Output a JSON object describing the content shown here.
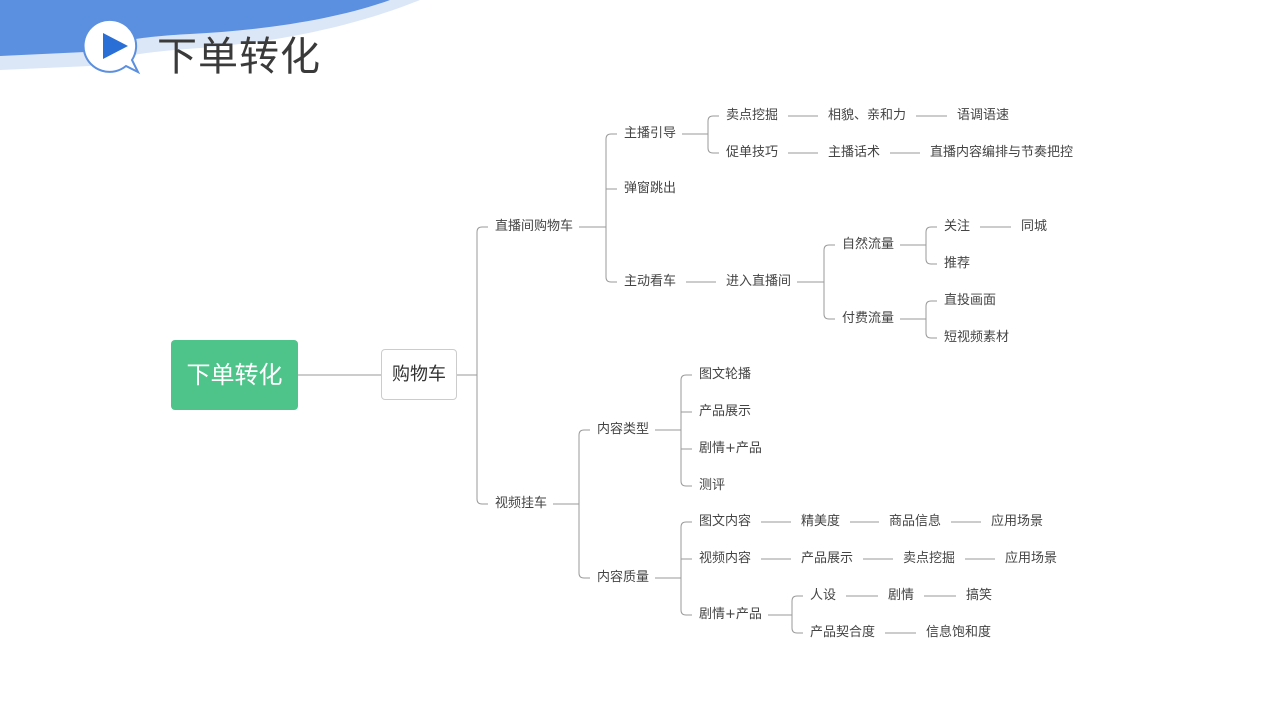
{
  "header": {
    "title": "下单转化",
    "icon": "play-speech-bubble-icon",
    "accent": "#5b8fdf"
  },
  "mindmap": {
    "nodes": [
      {
        "label": "下单转化",
        "parent": null
      },
      {
        "label": "购物车",
        "parent": 0
      },
      {
        "label": "直播间购物车",
        "parent": 1
      },
      {
        "label": "视频挂车",
        "parent": 1
      },
      {
        "label": "主播引导",
        "parent": 2
      },
      {
        "label": "弹窗跳出",
        "parent": 2
      },
      {
        "label": "主动看车",
        "parent": 2
      },
      {
        "label": "卖点挖掘",
        "parent": 4
      },
      {
        "label": "促单技巧",
        "parent": 4
      },
      {
        "label": "相貌、亲和力",
        "parent": 7
      },
      {
        "label": "语调语速",
        "parent": 9
      },
      {
        "label": "主播话术",
        "parent": 8
      },
      {
        "label": "直播内容编排与节奏把控",
        "parent": 11
      },
      {
        "label": "进入直播间",
        "parent": 6
      },
      {
        "label": "自然流量",
        "parent": 13
      },
      {
        "label": "付费流量",
        "parent": 13
      },
      {
        "label": "关注",
        "parent": 14
      },
      {
        "label": "同城",
        "parent": 16
      },
      {
        "label": "推荐",
        "parent": 14
      },
      {
        "label": "直投画面",
        "parent": 15
      },
      {
        "label": "短视频素材",
        "parent": 15
      },
      {
        "label": "内容类型",
        "parent": 3
      },
      {
        "label": "内容质量",
        "parent": 3
      },
      {
        "label": "图文轮播",
        "parent": 21
      },
      {
        "label": "产品展示",
        "parent": 21
      },
      {
        "label": "剧情+产品",
        "parent": 21
      },
      {
        "label": "测评",
        "parent": 21
      },
      {
        "label": "图文内容",
        "parent": 22
      },
      {
        "label": "精美度",
        "parent": 27
      },
      {
        "label": "商品信息",
        "parent": 28
      },
      {
        "label": "应用场景",
        "parent": 29
      },
      {
        "label": "视频内容",
        "parent": 22
      },
      {
        "label": "产品展示",
        "parent": 31
      },
      {
        "label": "卖点挖掘",
        "parent": 32
      },
      {
        "label": "应用场景",
        "parent": 33
      },
      {
        "label": "剧情+产品",
        "parent": 22
      },
      {
        "label": "人设",
        "parent": 35
      },
      {
        "label": "剧情",
        "parent": 36
      },
      {
        "label": "搞笑",
        "parent": 37
      },
      {
        "label": "产品契合度",
        "parent": 35
      },
      {
        "label": "信息饱和度",
        "parent": 39
      }
    ]
  }
}
